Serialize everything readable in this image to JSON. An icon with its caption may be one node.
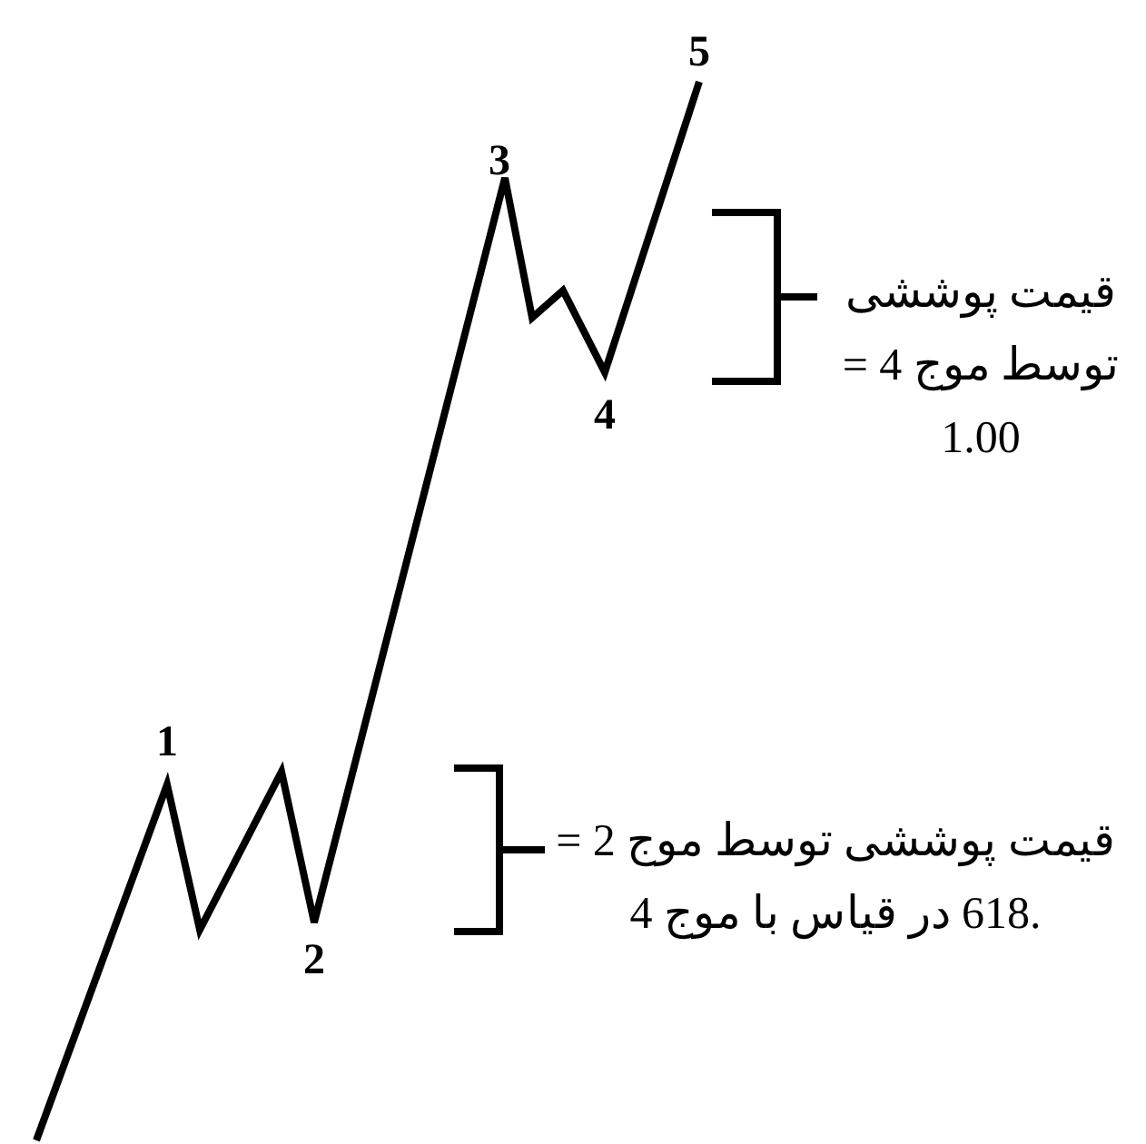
{
  "diagram": {
    "labels": [
      "5",
      "3",
      "قیمت پوششی توسط موج 4 = 1.00",
      "4",
      "1",
      "قیمت پوششی توسط موج 2 = .618 در قیاس با موج 4",
      "2"
    ]
  }
}
